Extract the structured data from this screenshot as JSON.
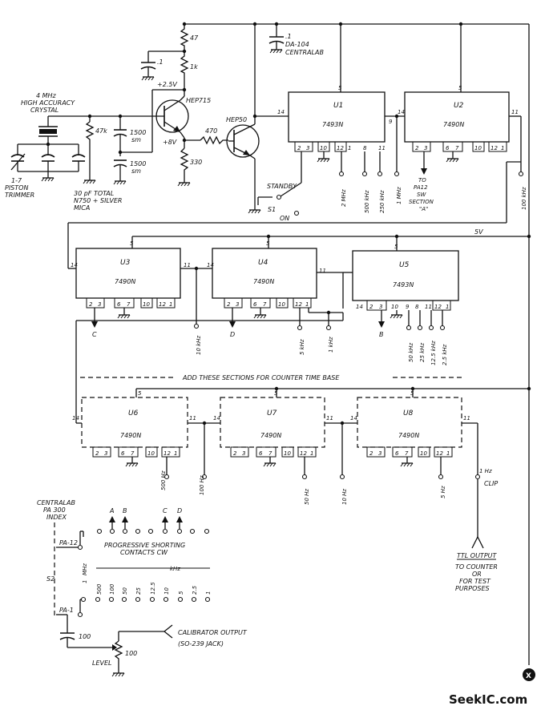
{
  "components": {
    "r47": "47",
    "r1k": "1k",
    "cap_small": ".1",
    "v25": "+2.5V",
    "hep715": "HEP715",
    "cap_da": ".1",
    "da104": "DA-104",
    "centralab": "CENTRALAB",
    "hep50": "HEP50",
    "r470": "470",
    "v8": "+8V",
    "r330": "330",
    "r47k": "47k",
    "c1500a": "1500",
    "c1500a_unit": "sm",
    "c1500b": "1500",
    "c1500b_unit": "sm",
    "crystal": [
      "4 MHz",
      "HIGH ACCURACY",
      "CRYSTAL"
    ],
    "piston": [
      "1-7",
      "PISTON",
      "TRIMMER"
    ],
    "pf30": [
      "30 pF TOTAL",
      "N750 + SILVER",
      "MICA"
    ],
    "standby": "STANDBY",
    "s1": "S1",
    "on": "ON",
    "v5": "5V"
  },
  "chips": {
    "u1": {
      "name": "U1",
      "part": "7493N",
      "pins": [
        "2",
        "3",
        "10",
        "12",
        "1",
        "8",
        "11"
      ]
    },
    "u2": {
      "name": "U2",
      "part": "7490N",
      "pins": [
        "2",
        "3",
        "6",
        "7",
        "10",
        "12",
        "1"
      ]
    },
    "u3": {
      "name": "U3",
      "part": "7490N",
      "pins": [
        "2",
        "3",
        "6",
        "7",
        "10",
        "12",
        "1"
      ]
    },
    "u4": {
      "name": "U4",
      "part": "7490N",
      "pins": [
        "2",
        "3",
        "6",
        "7",
        "10",
        "12",
        "1"
      ]
    },
    "u5": {
      "name": "U5",
      "part": "7493N",
      "pins": [
        "14",
        "2",
        "3",
        "10",
        "9",
        "8",
        "11",
        "12",
        "1"
      ]
    },
    "u6": {
      "name": "U6",
      "part": "7490N",
      "pins": [
        "2",
        "3",
        "6",
        "7",
        "10",
        "12",
        "1"
      ]
    },
    "u7": {
      "name": "U7",
      "part": "7490N",
      "pins": [
        "2",
        "3",
        "6",
        "7",
        "10",
        "12",
        "1"
      ]
    },
    "u8": {
      "name": "U8",
      "part": "7490N",
      "pins": [
        "2",
        "3",
        "6",
        "7",
        "10",
        "12",
        "1"
      ]
    }
  },
  "pin_labels": {
    "p14": "14",
    "p11": "11",
    "p9": "9",
    "p5": "5"
  },
  "outputs": {
    "u1": [
      "2 MHz",
      "500 kHz",
      "250 kHz"
    ],
    "mhz1": "1 MHz",
    "u2_to": [
      "TO",
      "PA12",
      "SW",
      "SECTION",
      "\"A\""
    ],
    "khz100": "100 kHz",
    "u3_c": "C",
    "khz10": "10 kHz",
    "u4_d": "D",
    "khz5": "5 kHz",
    "khz1": "1 kHz",
    "u5_b": "B",
    "u5": [
      "50 kHz",
      "25 kHz",
      "12.5 kHz",
      "2.5 kHz"
    ],
    "hz500": "500 Hz",
    "hz100": "100 Hz",
    "hz50": "50 Hz",
    "hz10": "10 Hz",
    "hz5": "5 Hz",
    "hz1": "1 Hz",
    "clip": "CLIP"
  },
  "counter_banner": "ADD THESE SECTIONS FOR COUNTER TIME BASE",
  "ttl": [
    "TTL OUTPUT",
    "TO COUNTER",
    "OR",
    "FOR TEST",
    "PURPOSES"
  ],
  "switch": {
    "index": [
      "CENTRALAB",
      "PA 300",
      "INDEX"
    ],
    "pa12": "PA-12",
    "pa1": "PA-1",
    "s2": "S2",
    "letters": [
      "A",
      "B",
      "C",
      "D"
    ],
    "contacts": [
      "PROGRESSIVE SHORTING",
      "CONTACTS CW"
    ],
    "mhz_unit": "MHz",
    "khz_unit": "kHz",
    "positions": [
      "1",
      "500",
      "100",
      "50",
      "25",
      "12.5",
      "10",
      "5",
      "2.5",
      "1"
    ]
  },
  "bottom": {
    "c100": "100",
    "level": "LEVEL",
    "r100": "100",
    "cal": [
      "CALIBRATOR OUTPUT",
      "(SO-239 JACK)"
    ],
    "x": "X"
  },
  "watermark": "SeekIC.com"
}
